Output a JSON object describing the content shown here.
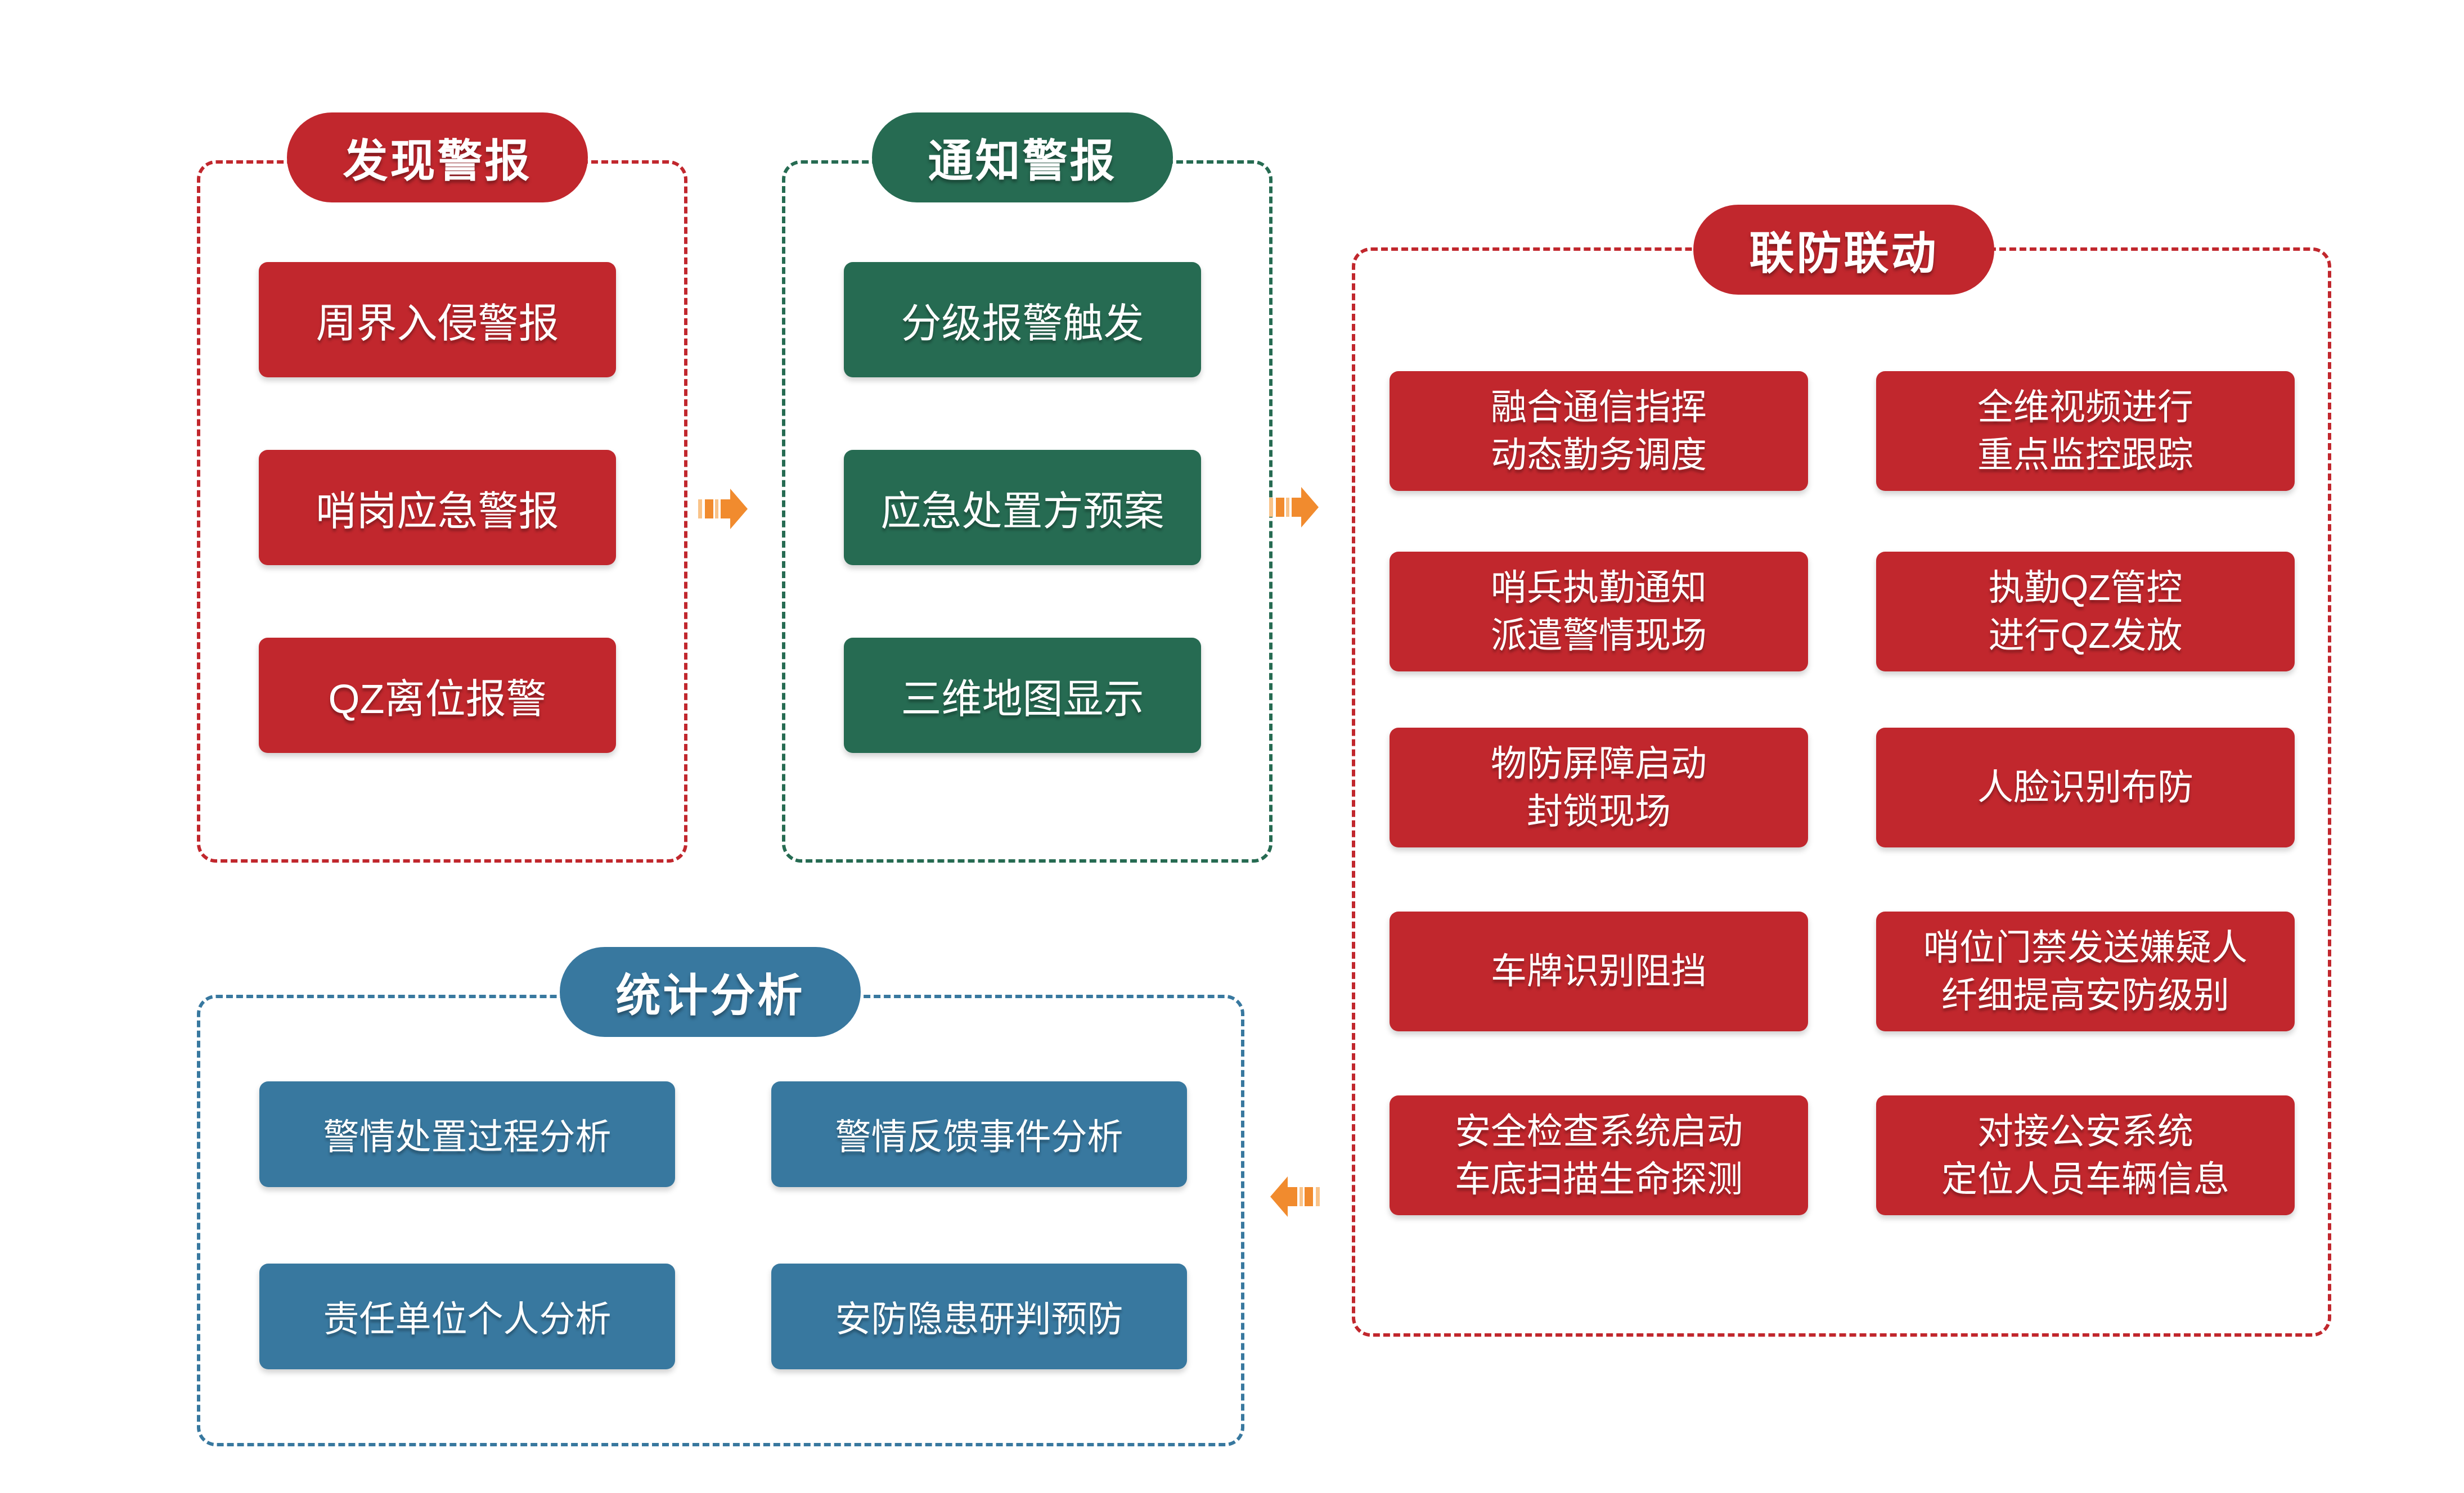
{
  "colors": {
    "red": "#C1272D",
    "green": "#266B52",
    "blue": "#38789F",
    "arrow_orange": "#F18B2E",
    "arrow_orange_light": "#F9C389",
    "background": "#FFFFFF",
    "text": "#FFFFFF"
  },
  "groups": [
    {
      "id": "discover",
      "title": "发现警报",
      "theme": "red",
      "items": [
        {
          "lines": [
            "周界入侵警报"
          ]
        },
        {
          "lines": [
            "哨岗应急警报"
          ]
        },
        {
          "lines": [
            "QZ离位报警"
          ]
        }
      ]
    },
    {
      "id": "notify",
      "title": "通知警报",
      "theme": "green",
      "items": [
        {
          "lines": [
            "分级报警触发"
          ]
        },
        {
          "lines": [
            "应急处置方预案"
          ]
        },
        {
          "lines": [
            "三维地图显示"
          ]
        }
      ]
    },
    {
      "id": "linkage",
      "title": "联防联动",
      "theme": "red",
      "columns": [
        {
          "items": [
            {
              "lines": [
                "融合通信指挥",
                "动态勤务调度"
              ]
            },
            {
              "lines": [
                "哨兵执勤通知",
                "派遣警情现场"
              ]
            },
            {
              "lines": [
                "物防屏障启动",
                "封锁现场"
              ]
            },
            {
              "lines": [
                "车牌识别阻挡"
              ]
            },
            {
              "lines": [
                "安全检查系统启动",
                "车底扫描生命探测"
              ]
            }
          ]
        },
        {
          "items": [
            {
              "lines": [
                "全维视频进行",
                "重点监控跟踪"
              ]
            },
            {
              "lines": [
                "执勤QZ管控",
                "进行QZ发放"
              ]
            },
            {
              "lines": [
                "人脸识别布防"
              ]
            },
            {
              "lines": [
                "哨位门禁发送嫌疑人",
                "纤细提高安防级别"
              ]
            },
            {
              "lines": [
                "对接公安系统",
                "定位人员车辆信息"
              ]
            }
          ]
        }
      ]
    },
    {
      "id": "stats",
      "title": "统计分析",
      "theme": "blue",
      "items": [
        {
          "lines": [
            "警情处置过程分析"
          ]
        },
        {
          "lines": [
            "警情反馈事件分析"
          ]
        },
        {
          "lines": [
            "责任单位个人分析"
          ]
        },
        {
          "lines": [
            "安防隐患研判预防"
          ]
        }
      ]
    }
  ],
  "arrows": [
    {
      "id": "discover-to-notify",
      "direction": "right"
    },
    {
      "id": "notify-to-linkage",
      "direction": "right"
    },
    {
      "id": "linkage-to-stats",
      "direction": "left"
    }
  ]
}
